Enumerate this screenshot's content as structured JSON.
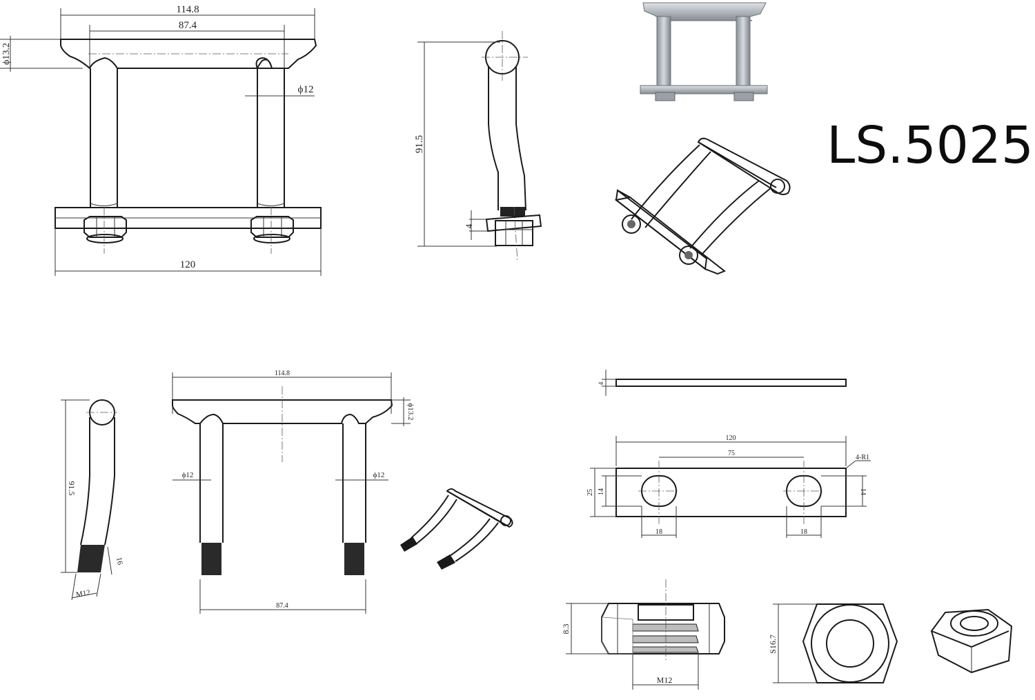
{
  "product_code": "LS.5025",
  "dims": {
    "front_total_width": "114.8",
    "front_inner_width": "87.4",
    "bar_diameter": "ϕ13.2",
    "leg_diameter": "ϕ12",
    "plate_length": "120",
    "side_height": "91.5",
    "plate_thickness": "4",
    "bl_side_height": "91.5",
    "bl_thread_len": "16",
    "bl_thread": "M12",
    "bm_total_width": "114.8",
    "bm_bar_diameter": "ϕ13.2",
    "bm_leg_left": "ϕ12",
    "bm_leg_right": "ϕ12",
    "bm_inner_width": "87.4",
    "plate_top_thickness": "4",
    "plate_len2": "120",
    "plate_hole_pitch": "75",
    "plate_corner": "4-R1",
    "plate_width": "25",
    "slot_height_left": "14",
    "slot_height_right": "14",
    "slot_len_left": "18",
    "slot_len_right": "18",
    "nut_height": "8.3",
    "nut_thread": "M12",
    "nut_across_flats": "S16.7"
  },
  "colors": {
    "line": "#1a1a1a",
    "metal_light": "#c9cdd2",
    "metal_dark": "#7d838a"
  }
}
